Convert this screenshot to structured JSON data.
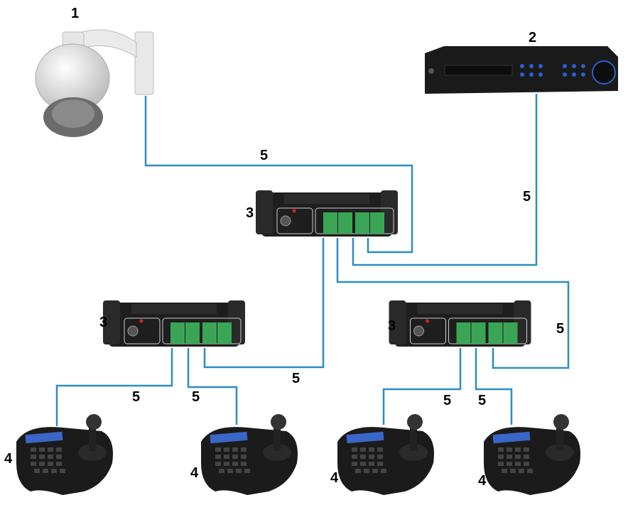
{
  "colors": {
    "wire": "#2b8cc4",
    "device": "#1e1e1e",
    "terminal": "#3aa655"
  },
  "labels": {
    "camera": "1",
    "dvr": "2",
    "splitter": "3",
    "keyboard": "4",
    "cable": "5"
  },
  "devices": {
    "camera": {
      "icon": "ptz-dome-camera-icon"
    },
    "dvr": {
      "icon": "dvr-recorder-icon"
    },
    "splitter": {
      "icon": "rs485-splitter-icon"
    },
    "keyboard": {
      "icon": "ptz-joystick-keyboard-icon"
    }
  }
}
